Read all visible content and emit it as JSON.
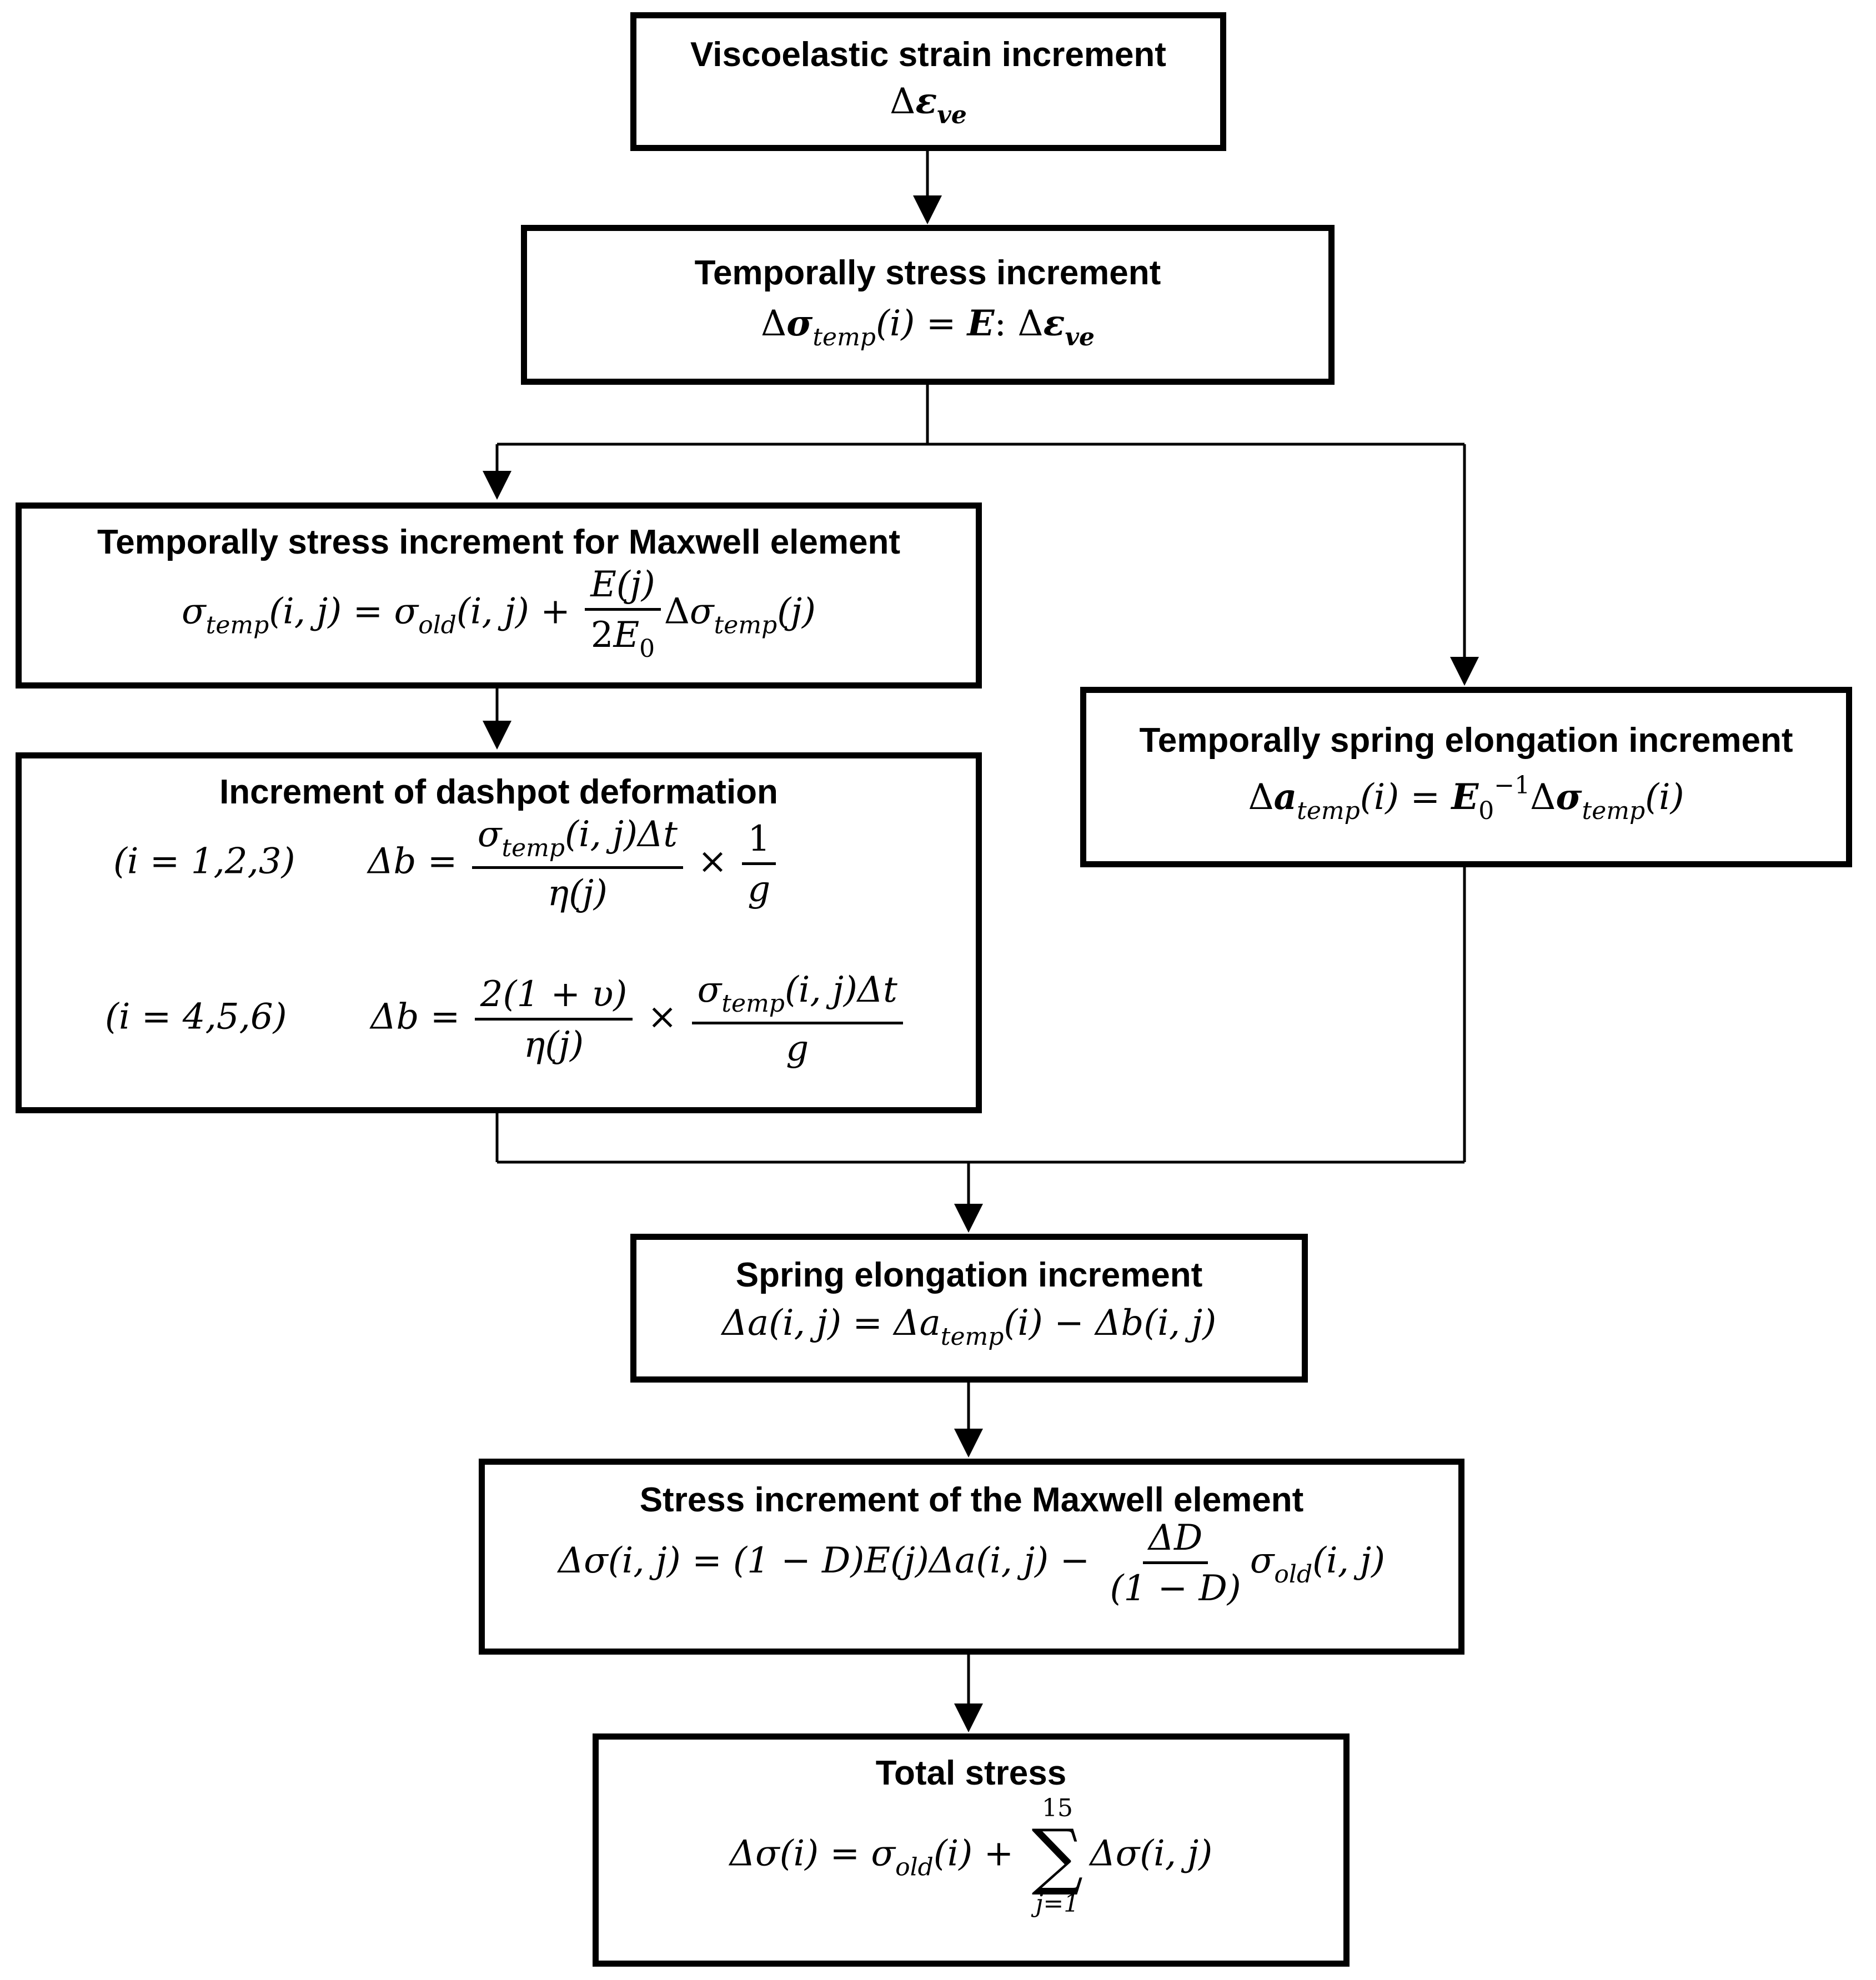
{
  "boxes": {
    "viscoelastic": {
      "title": "Viscoelastic strain increment",
      "eq": {
        "delta": "Δ",
        "epsilon": "ε",
        "sub_ve": "ve"
      }
    },
    "temp_stress": {
      "title": "Temporally stress increment",
      "eq": {
        "delta": "Δ",
        "sigma": "σ",
        "sub_temp": "temp",
        "arg_i": "(i)",
        "equals": "=",
        "E": "E",
        "colon": ":",
        "epsilon": "ε",
        "sub_ve": "ve"
      }
    },
    "maxwell_temp": {
      "title": "Temporally stress increment for Maxwell element",
      "eq": {
        "sigma": "σ",
        "sub_temp": "temp",
        "sub_old": "old",
        "arg_ij": "(i, j)",
        "equals": "=",
        "plus": "+",
        "frac_num": "E(j)",
        "frac_den_2": "2",
        "frac_den_E": "E",
        "frac_den_sub": "0",
        "delta": "Δ",
        "arg_j": "(j)"
      }
    },
    "dashpot": {
      "title": "Increment of dashpot deformation",
      "row1": {
        "cond": "(i = 1,2,3)",
        "lhs": "Δb =",
        "frac1_num_sigma": "σ",
        "frac1_num_sub": "temp",
        "frac1_num_rest": "(i, j)Δt",
        "frac1_den": "η(j)",
        "times": "×",
        "frac2_num": "1",
        "frac2_den": "g"
      },
      "row2": {
        "cond": "(i = 4,5,6)",
        "lhs": "Δb =",
        "frac1_num": "2(1 + υ)",
        "frac1_den": "η(j)",
        "times": "×",
        "frac2_num_sigma": "σ",
        "frac2_num_sub": "temp",
        "frac2_num_rest": "(i, j)Δt",
        "frac2_den": "g"
      }
    },
    "spring_temp": {
      "title": "Temporally spring elongation increment",
      "eq": {
        "delta": "Δ",
        "a": "a",
        "sub_temp": "temp",
        "arg_i": "(i)",
        "equals": "=",
        "E": "E",
        "sub_0": "0",
        "sup": "−1",
        "sigma": "σ"
      }
    },
    "spring": {
      "title": "Spring elongation increment",
      "eq": {
        "lhs": "Δa(i, j) = Δa",
        "sub_temp": "temp",
        "rhs": "(i) − Δb(i, j)"
      }
    },
    "maxwell_stress": {
      "title": "Stress increment of the Maxwell element",
      "eq": {
        "lhs": "Δσ(i, j) = (1 − D)E(j)Δa(i, j) −",
        "frac_num": "ΔD",
        "frac_den": "(1 − D)",
        "sigma": "σ",
        "sub_old": "old",
        "arg_ij": "(i, j)"
      }
    },
    "total": {
      "title": "Total stress",
      "eq": {
        "lhs": "Δσ(i) = σ",
        "sub_old": "old",
        "mid": "(i) +",
        "sum_top": "15",
        "sum_symbol": "∑",
        "sum_bottom": "j=1",
        "rhs": "Δσ(i, j)"
      }
    }
  }
}
